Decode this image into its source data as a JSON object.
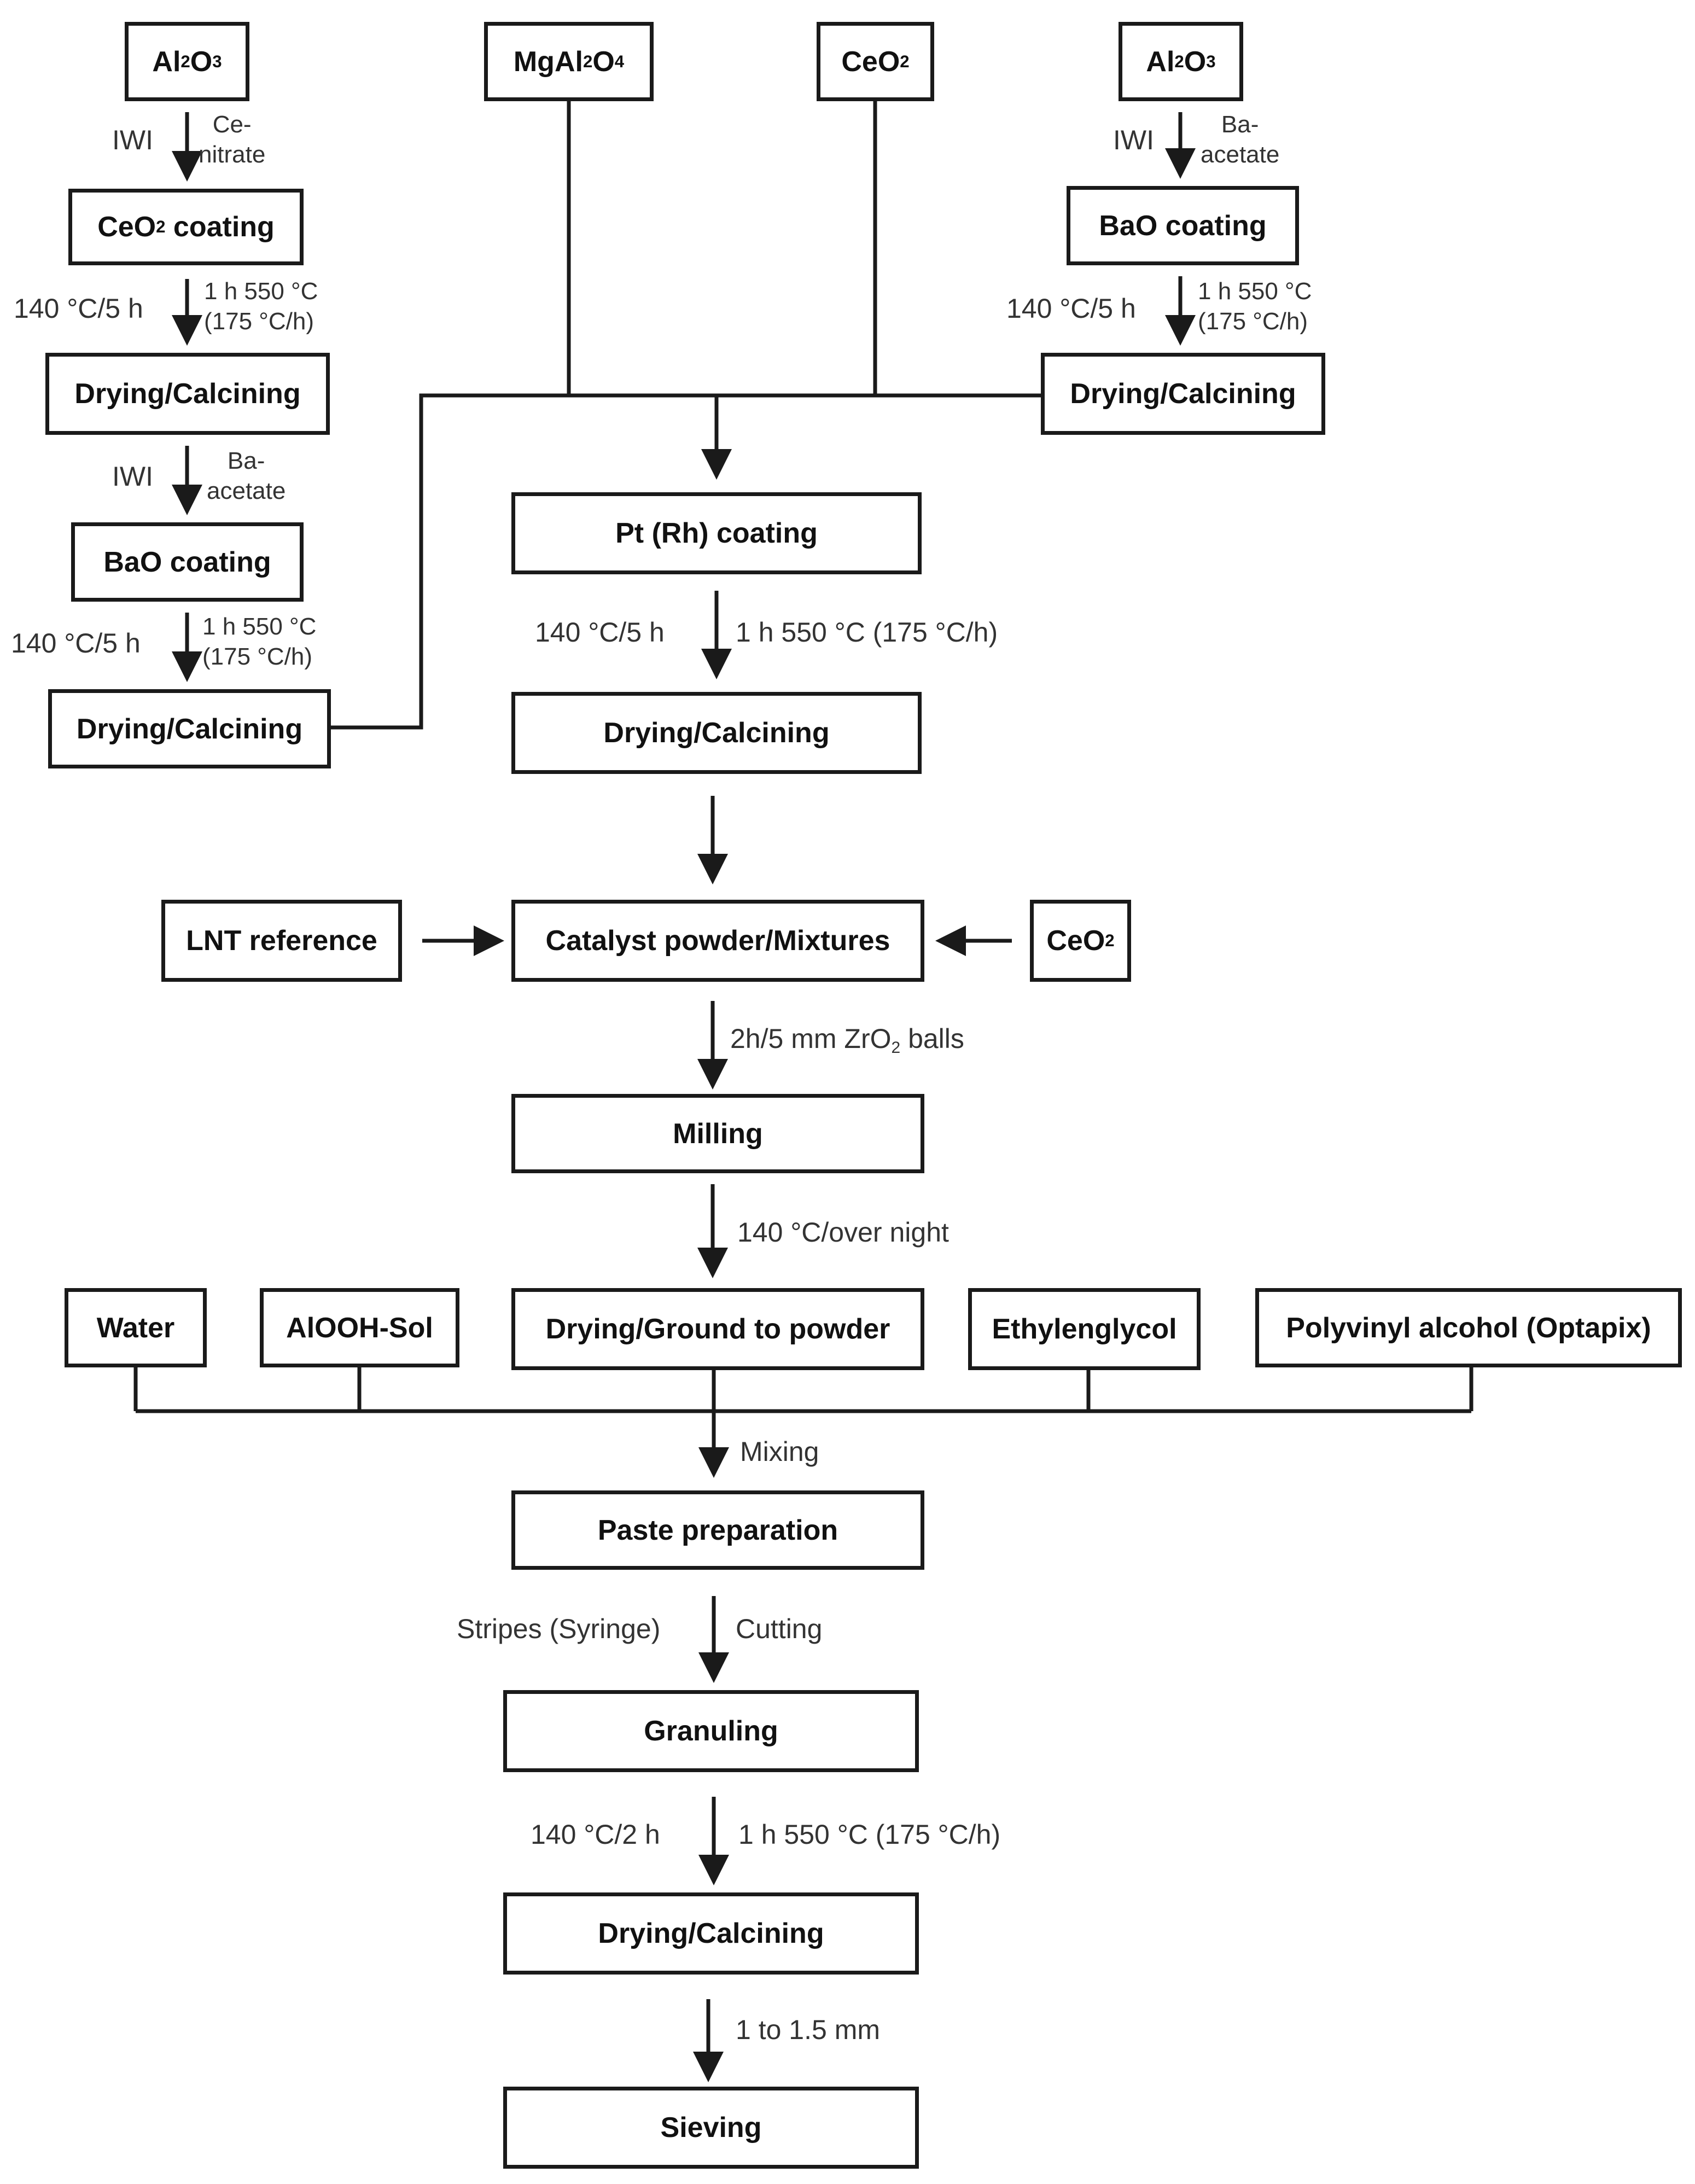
{
  "nodes": {
    "al2o3_left": "Al2O3",
    "mgal2o4": "MgAl2O4",
    "ceo2_top": "CeO2",
    "al2o3_right": "Al2O3",
    "ceo2_coating": "CeO2 coating",
    "drying_calcining_left_1": "Drying/Calcining",
    "bao_coating_left": "BaO coating",
    "drying_calcining_left_2": "Drying/Calcining",
    "bao_coating_right": "BaO coating",
    "drying_calcining_right": "Drying/Calcining",
    "pt_rh_coating": "Pt (Rh) coating",
    "drying_calcining_center": "Drying/Calcining",
    "lnt_reference": "LNT reference",
    "catalyst_powder": "Catalyst powder/Mixtures",
    "ceo2_side": "CeO2",
    "milling": "Milling",
    "water": "Water",
    "alooh_sol": "AlOOH-Sol",
    "drying_ground": "Drying/Ground to powder",
    "ethylenglycol": "Ethylenglycol",
    "polyvinyl_alcohol": "Polyvinyl alcohol (Optapix)",
    "paste_preparation": "Paste preparation",
    "granuling": "Granuling",
    "drying_calcining_final": "Drying/Calcining",
    "sieving": "Sieving"
  },
  "edge_labels": {
    "left_iwi_1": "IWI",
    "left_ce_nitrate": "Ce-\nnitrate",
    "left_temp_1": "140 °C/5 h",
    "left_calc_1": "1 h 550 °C\n(175 °C/h)",
    "left_iwi_2": "IWI",
    "left_ba_acetate": "Ba-\nacetate",
    "left_temp_2": "140 °C/5 h",
    "left_calc_2": "1 h 550 °C\n(175 °C/h)",
    "right_iwi": "IWI",
    "right_ba_acetate": "Ba-\nacetate",
    "right_temp": "140 °C/5 h",
    "right_calc": "1 h 550 °C\n(175 °C/h)",
    "center_temp": "140 °C/5 h",
    "center_calc": "1 h 550 °C (175 °C/h)",
    "milling_condition": "2h/5 mm ZrO2 balls",
    "drying_condition": "140 °C/over night",
    "mixing": "Mixing",
    "stripes": "Stripes (Syringe)",
    "cutting": "Cutting",
    "final_temp": "140 °C/2 h",
    "final_calc": "1 h 550 °C (175 °C/h)",
    "sieve_size": "1 to 1.5 mm"
  },
  "colors": {
    "line": "#1a1a1a",
    "label_text": "#333333",
    "box_text": "#111111",
    "background": "#ffffff"
  }
}
